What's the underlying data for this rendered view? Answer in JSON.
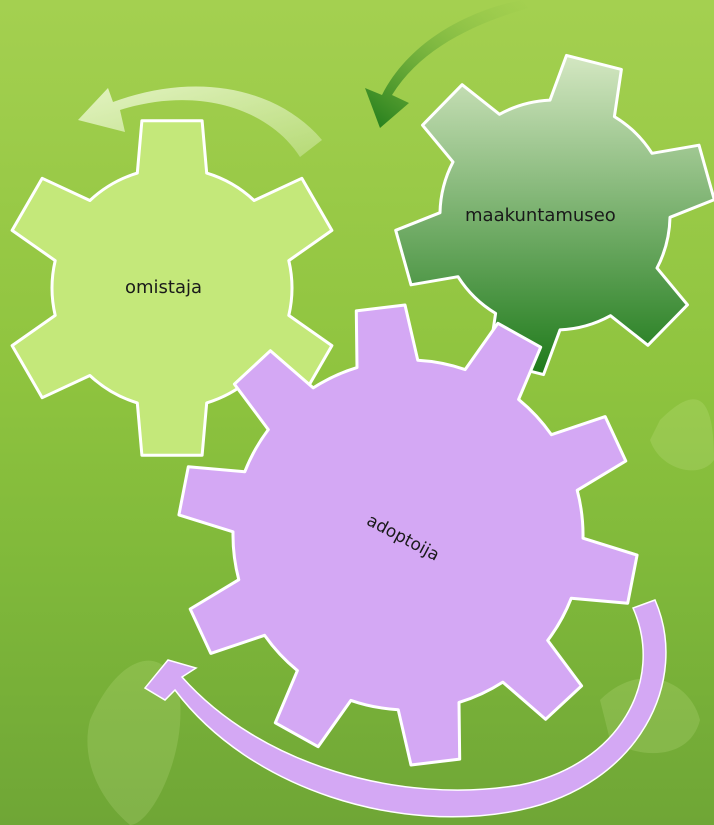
{
  "gears": [
    {
      "id": "omistaja",
      "label": "omistaja",
      "fill": "#c4e87a"
    },
    {
      "id": "maakuntamuseo",
      "label": "maakuntamuseo",
      "fill_top": "#d4e7c2",
      "fill_bottom": "#1e7a1a"
    },
    {
      "id": "adoptoija",
      "label": "adoptoija",
      "fill": "#d4a8f4"
    }
  ],
  "colors": {
    "background": "#8fc43f",
    "gear_outline": "#ffffff",
    "arrow_light": "#e6f5c8",
    "arrow_green": "#2a7d22",
    "arrow_purple": "#d4a8f4"
  }
}
